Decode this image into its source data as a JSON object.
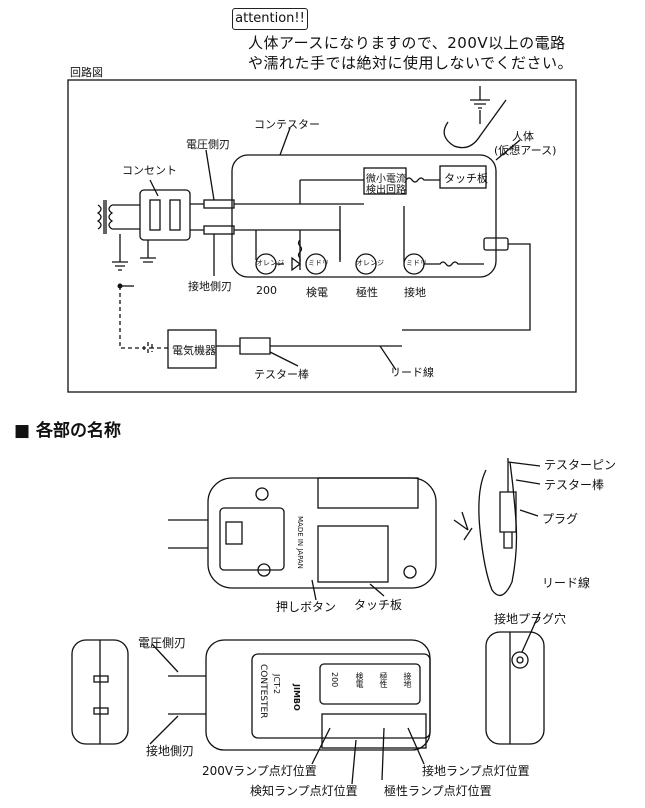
{
  "header": {
    "attention": "attention!!",
    "warning_line1": "人体アースになりますので、200V以上の電路",
    "warning_line2": "や濡れた手では絶対に使用しないでください。"
  },
  "circuit": {
    "title": "回路図",
    "contester": "コンテスター",
    "voltage_blade": "電圧側刃",
    "outlet": "コンセント",
    "ground_blade": "接地側刃",
    "micro_current": "微小電流",
    "detect_circuit": "検出回路",
    "touch_plate": "タッチ板",
    "human_body": "人体",
    "virtual_earth": "(仮想アース)",
    "lamp_orange": "オレンジ",
    "lamp_green": "ミドリ",
    "lamp_labels": [
      "200",
      "検電",
      "極性",
      "接地"
    ],
    "device": "電気機器",
    "tester_rod": "テスター棒",
    "lead_wire": "リード線"
  },
  "parts": {
    "title": "■ 各部の名称",
    "test_pin": "テスターピン",
    "tester_rod": "テスター棒",
    "plug": "プラグ",
    "lead_wire": "リード線",
    "push_button": "押しボタン",
    "touch_plate": "タッチ板",
    "made_in": "MADE IN JAPAN",
    "voltage_blade": "電圧側刃",
    "ground_blade": "接地側刃",
    "ground_plug_hole": "接地プラグ穴",
    "brand": "CONTESTER",
    "model": "JCT-2",
    "logo": "JIMBO",
    "panel_labels": [
      "200",
      "検電",
      "極性",
      "接地"
    ],
    "callout_200v": "200Vランプ点灯位置",
    "callout_detect": "検知ランプ点灯位置",
    "callout_polarity": "極性ランプ点灯位置",
    "callout_ground": "接地ランプ点灯位置"
  }
}
